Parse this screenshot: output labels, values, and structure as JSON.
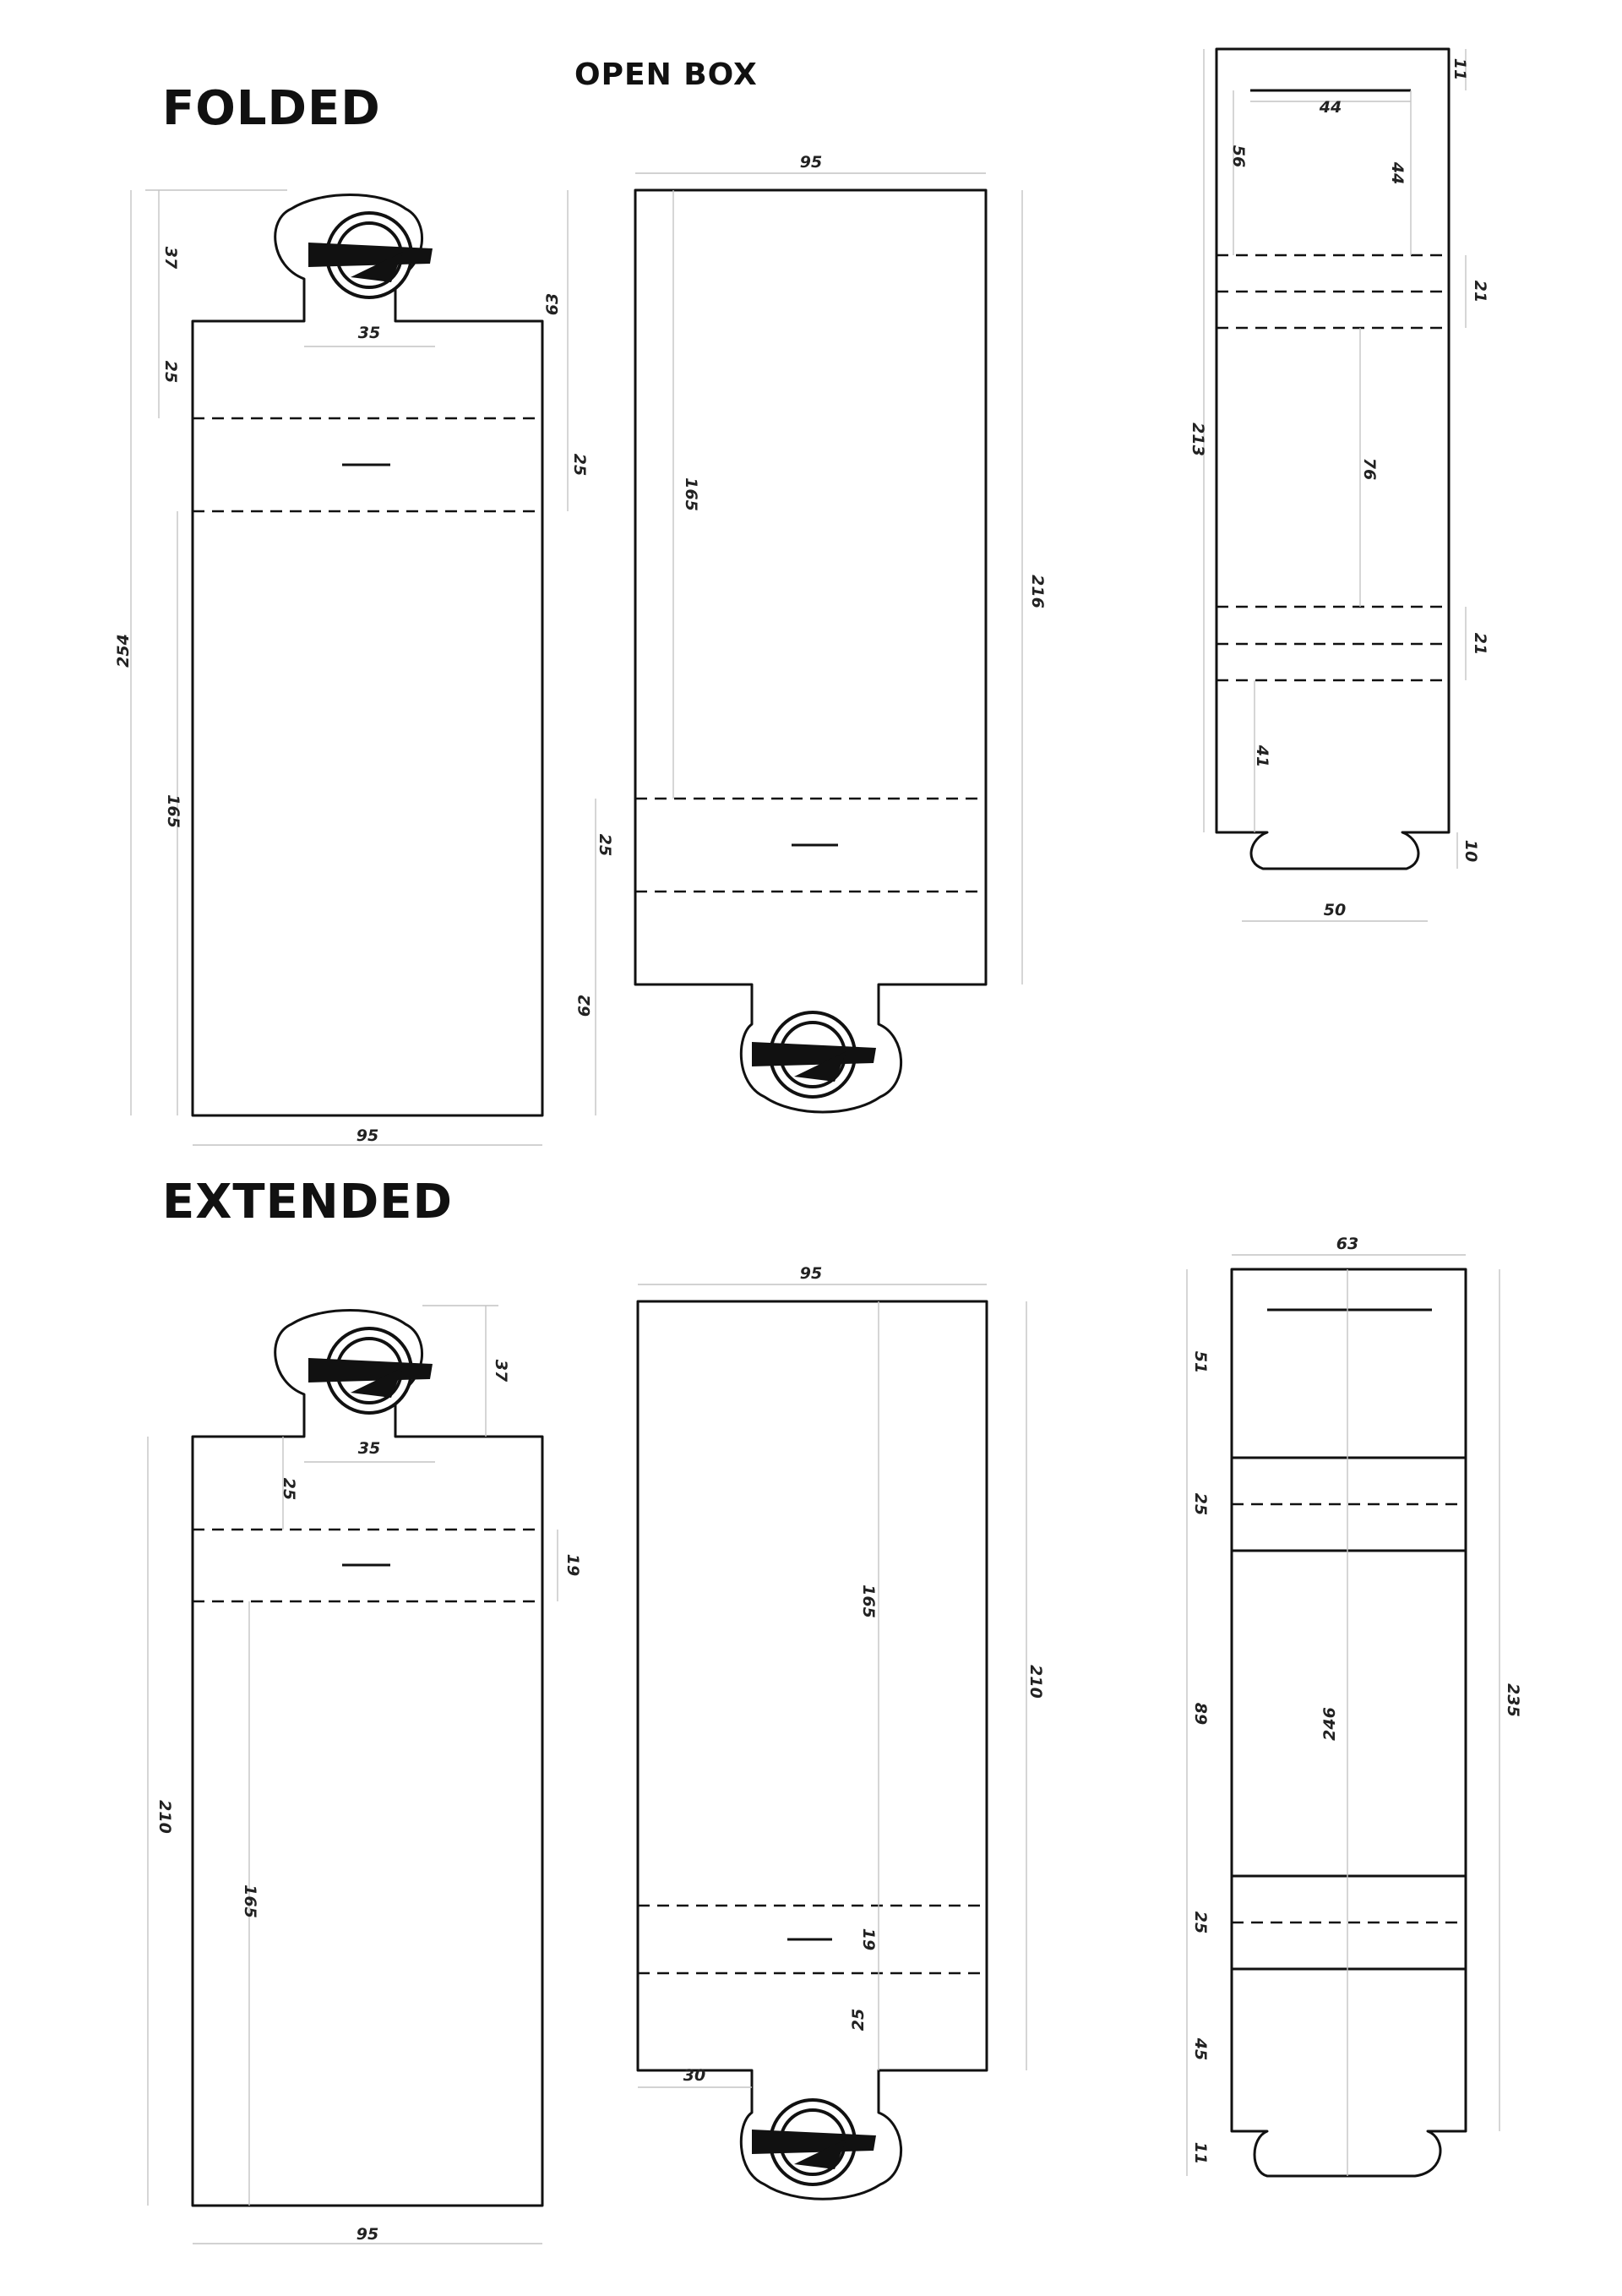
{
  "headings": {
    "folded": "FOLDED",
    "open_box": "OPEN BOX",
    "extended": "EXTENDED"
  },
  "dimensions": {
    "folded_front": {
      "tab_height": "37",
      "neck_width": "35",
      "top_band": "25",
      "tab_total": "63",
      "fold_band": "25",
      "total_height": "254",
      "body_height": "165",
      "width": "95"
    },
    "folded_open": {
      "width": "95",
      "body_height": "165",
      "total_height": "216",
      "fold_band": "25",
      "tab_total": "62"
    },
    "folded_side": {
      "top_margin": "11",
      "slot_width": "44",
      "slot_offset": "56",
      "slot_depth": "44",
      "band_top": "21",
      "total_height": "213",
      "mid_height": "76",
      "band_bottom": "21",
      "lower_height": "41",
      "foot_height": "10",
      "foot_width": "50"
    },
    "extended_front": {
      "tab_height": "37",
      "neck_width": "35",
      "top_band": "25",
      "fold_band": "19",
      "total_height": "210",
      "body_height": "165",
      "width": "95"
    },
    "extended_open": {
      "width": "95",
      "body_height": "165",
      "total_height": "210",
      "fold_band": "19",
      "tab_band": "25",
      "tab_offset": "30"
    },
    "extended_side": {
      "width": "63",
      "top_section": "51",
      "band_top": "25",
      "mid_section": "89",
      "total_inner": "246",
      "total_outer": "235",
      "band_bottom": "25",
      "lower_section": "45",
      "foot_height": "11"
    }
  }
}
